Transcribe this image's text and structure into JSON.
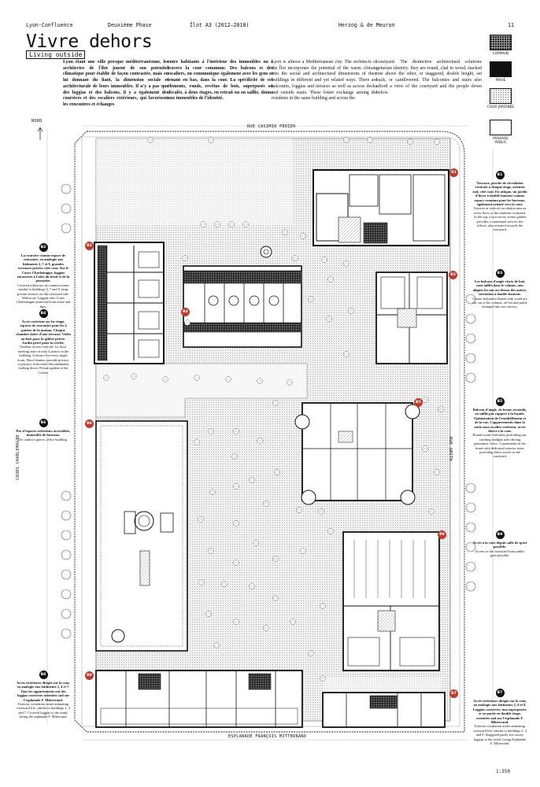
{
  "header": {
    "location": "Lyon-Confluence",
    "phase": "Deuxième Phase",
    "plot": "Îlot A3 (2012–2018)",
    "architect": "Herzog & de Meuron",
    "page": "11"
  },
  "title": "Vivre dehors",
  "subtitle": "Living outside",
  "text": {
    "fr_col1": "Lyon étant une ville presque méditerranéenne, les architectes de l'îlot jouent de son potentiel climatique pour établir de façon contrastée, mais en lui donnant du liant, la dimension sociale et architecturale de leurs immeubles. Il n'y a pas que des loggias et des balcons, il y a également des coursives et des escaliers extérieurs, qui favorisent les rencontres et échanges",
    "fr_col2": "entre habitants à l'intérieur des immeubles ou à travers la cour commune. Des balcons et des escaliers, on communique également avec les gens se tenant en bas, dans la cour. La spécificité de ces éléments, ronds, revêtus de bois, superposés ou décalés, à deux étages, en retrait ou en saillie, donne aux immeubles de l'identité.",
    "en_col1": "Lyon is almost a Mediterranean city. The architects of the Îlot incorporate the potential of the warm climate into the social and architectural dimensions of their buildings in different and yet related ways. There are balconies, loggias and terraces as well as access decks and outside stairs. These foster exchange among the residents in the same building and across the",
    "en_col2": "courtyard. The distinctive architectural solutions generate identity: they are round, clad in wood, stacked one above the other, or staggered, double height, set back, or cantilevered. The balconies and stairs also afford a view of the courtyard and the people down below."
  },
  "legend": [
    {
      "label": "COMMUN",
      "fill": "dark-grid"
    },
    {
      "label": "PRIVÉ",
      "fill": "black"
    },
    {
      "label": "COUR JARDINÉE",
      "fill": "dots"
    },
    {
      "label": "PASSAGE PUBLIC",
      "fill": "white"
    }
  ],
  "plan": {
    "north": "NORD",
    "streets": {
      "top": "RUE CASIMIR PERIER",
      "bottom": "ESPLANADE FRANÇOIS MITTERRAND",
      "left": "COURS CHARLEMAGNE",
      "right": "RUE SMITH"
    },
    "scale": "1:350",
    "badges": [
      "B1",
      "B2",
      "B3",
      "B4",
      "B5",
      "B6",
      "B7",
      "B8",
      "B9"
    ],
    "accent_color": "#c0392b"
  },
  "notes": {
    "B1": {
      "id": "B1",
      "fr": "Terrasse, proche de circulation verticale à chaque étage, orientée sud, côté cour. En attique, un jardin d'hiver à double hauteur comme espace commun pour les bureaux, également orienté vers la cour.",
      "en": "Terraces at vertical circulation area on every floor, to the southern courtyard. At the top, a two-storey winter garden provides a communal area for the offices, also oriented towards the courtyard."
    },
    "B2": {
      "id": "B2",
      "fr": "La coursive comme espace de rencontre, en analogie aux bâtiments 2, 7 et 8, grandes terrasses privées côté cour. Sur le Cours Charlemagne, loggias encastrées à l'abri du bruit et de la poussière.",
      "en": "Covered walkways as common zones similar to buildings 2, 7 and 8, large private terraces on the courtyard side. Within are Loggias onto Cours Charlemagne protected from noise and dust."
    },
    "B3": {
      "id": "B3",
      "fr": "Les balcons d'angle vitrés de bois sont taillés dans le volume, non alignés les uns au-dessus des autres, invitation à double-hauteur.",
      "en": "Corner balconies floated with wood are cut out of the volume, off-set and partly arranged into two storeys."
    },
    "B4": {
      "id": "B4",
      "fr": "Accès extérieur au 1er étage, espaces de rencontre pour les 4 parties de la maison. Chaque chambre dotée d'une terrasse. Vidéo au bois pour la sphère privée. Jardin privé pour la crèche.",
      "en": "Outdoor access from the 1st floor, meeting zone of only 4 parties in the building. A terrace for every single room. Wood shutters provide privacy, or privacy from other flat inhabitants looking down. Private garden of the Crèche."
    },
    "B5": {
      "id": "B5",
      "fr": "Balcons d'angle, de forme arrondie, en saillie par rapport à la façade. Optimisation de l'ensoleillement et de la vue. 3 appartements dans la seule zone escalier extérieur, accès direct à la cour.",
      "en": "Round corner balconies protruding out, catching sunlight and offering panoramic views. 3 apartments in the home with dedicated exterior stairs providing direct access to the courtyard."
    },
    "B6": {
      "id": "B6",
      "fr": "Pas d'espaces extérieurs accessibles, immeuble de bureaux.",
      "en": "No outdoor spaces, office building."
    },
    "B7": {
      "id": "B7",
      "fr": "Accès extérieurs dirigés sur la cour, en analogie aux bâtiments 2, 4 et 8. Loggias couvertes, non superposées et en partie en double étage, orientées sud sur l'esplanade F. Mitterrand.",
      "en": "Exterior circulation zones animating courtyard life, similar to buildings 2, 4 and 8. Staggered partly two storey loggias to the south, facing Esplanade F. Mitterrand."
    },
    "B8": {
      "id": "B8",
      "fr": "Accès extérieurs dirigés sur la cour, en analogie aux bâtiments 2, 4 et 7. Tous les appartements ont des loggias couvertes orientées sud sur l'esplanade F. Mitterrand.",
      "en": "Exterior circulation zones animating courtyard life, similar to buildings 2, 4 and 7. Covered loggias to the south, facing the esplanade F. Mitterrand."
    },
    "B9": {
      "id": "B9",
      "fr": "Accès à la cour depuis salle de sport possible.",
      "en": "Access to the courtyard from public gym possible."
    }
  }
}
